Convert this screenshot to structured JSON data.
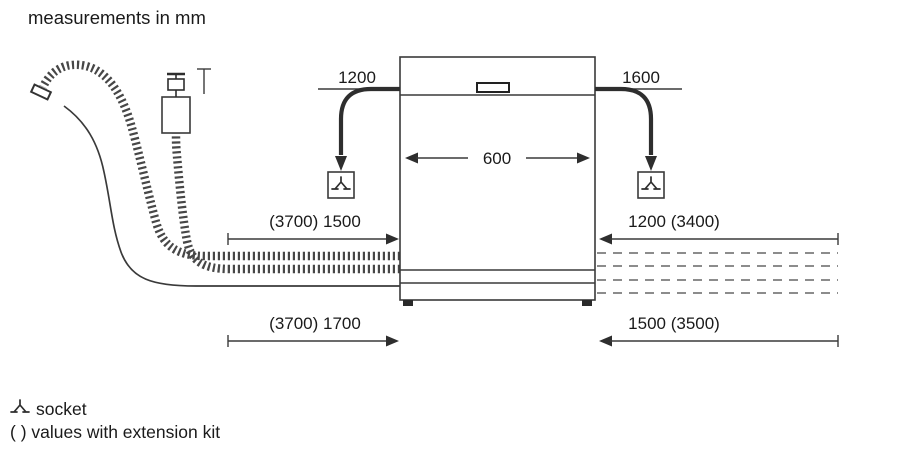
{
  "title": "measurements in mm",
  "diagram": {
    "appliance": "dishwasher-outline",
    "dimensions": {
      "top_left_cable": "1200",
      "top_right_cable": "1600",
      "appliance_width": "600",
      "mid_left_hose": "(3700) 1500",
      "mid_right_hose": "1200 (3400)",
      "bottom_left_cord": "(3700) 1700",
      "bottom_right_cord": "1500 (3500)"
    },
    "icons": {
      "socket": "socket-icon",
      "tap": "tap-icon",
      "hose": "corrugated-hose",
      "cap": "hose-end-cap"
    },
    "colors": {
      "line": "#3a3a3a",
      "text": "#1a1a1a",
      "background": "#ffffff"
    }
  },
  "legend": {
    "socket_label": "socket",
    "extension_label": "( ) values with extension kit"
  }
}
